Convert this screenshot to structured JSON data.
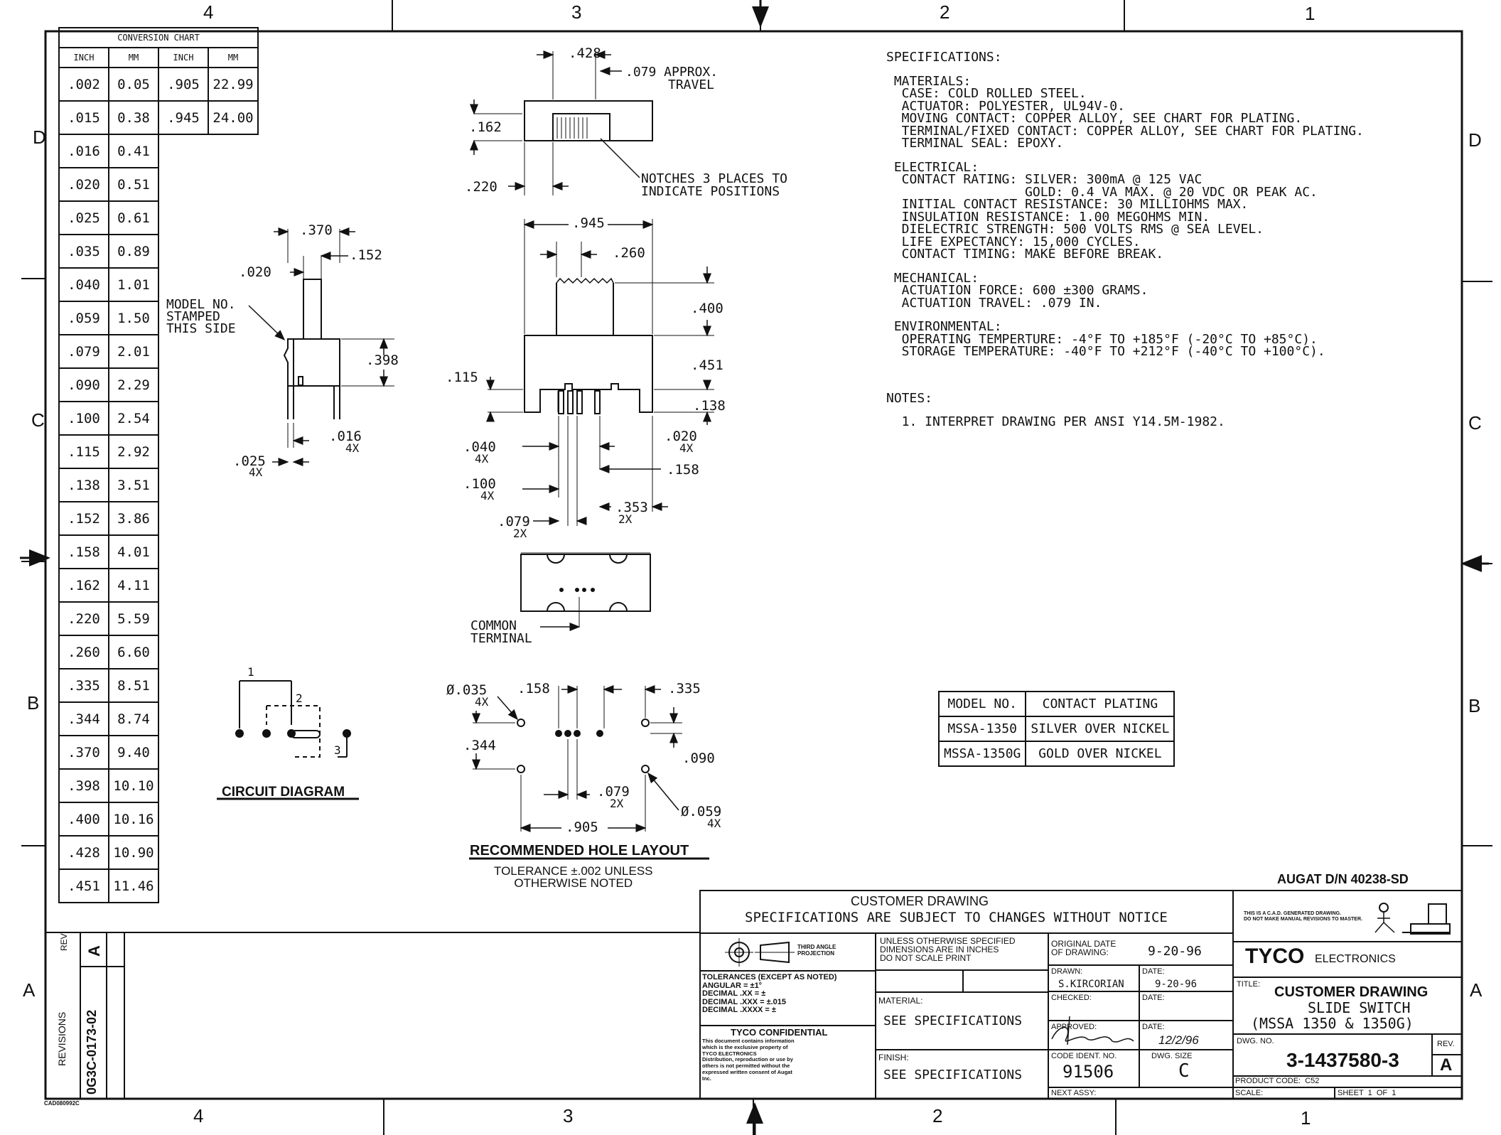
{
  "zones": {
    "top": [
      "4",
      "3",
      "2",
      "1"
    ],
    "bottom": [
      "4",
      "3",
      "2",
      "1"
    ],
    "left": [
      "D",
      "C",
      "B",
      "A"
    ],
    "right": [
      "D",
      "C",
      "B",
      "A"
    ]
  },
  "conversion_chart": {
    "title": "CONVERSION CHART",
    "headers": [
      "INCH",
      "MM",
      "INCH",
      "MM"
    ],
    "rows": [
      [
        ".002",
        "0.05",
        ".905",
        "22.99"
      ],
      [
        ".015",
        "0.38",
        ".945",
        "24.00"
      ],
      [
        ".016",
        "0.41"
      ],
      [
        ".020",
        "0.51"
      ],
      [
        ".025",
        "0.61"
      ],
      [
        ".035",
        "0.89"
      ],
      [
        ".040",
        "1.01"
      ],
      [
        ".059",
        "1.50"
      ],
      [
        ".079",
        "2.01"
      ],
      [
        ".090",
        "2.29"
      ],
      [
        ".100",
        "2.54"
      ],
      [
        ".115",
        "2.92"
      ],
      [
        ".138",
        "3.51"
      ],
      [
        ".152",
        "3.86"
      ],
      [
        ".158",
        "4.01"
      ],
      [
        ".162",
        "4.11"
      ],
      [
        ".220",
        "5.59"
      ],
      [
        ".260",
        "6.60"
      ],
      [
        ".335",
        "8.51"
      ],
      [
        ".344",
        "8.74"
      ],
      [
        ".370",
        "9.40"
      ],
      [
        ".398",
        "10.10"
      ],
      [
        ".400",
        "10.16"
      ],
      [
        ".428",
        "10.90"
      ],
      [
        ".451",
        "11.46"
      ]
    ]
  },
  "side_view": {
    "d370": ".370",
    "d152": ".152",
    "d020": ".020",
    "model_note": "MODEL NO.\nSTAMPED\nTHIS SIDE",
    "d398": ".398",
    "d016": ".016",
    "d016x": "4X",
    "d025": ".025",
    "d025x": "4X"
  },
  "top_view": {
    "d428": ".428",
    "d079": ".079 APPROX.",
    "travel": "TRAVEL",
    "d162": ".162",
    "d220": ".220",
    "notches": "NOTCHES 3 PLACES TO\nINDICATE POSITIONS"
  },
  "front_view": {
    "d945": ".945",
    "d260": ".260",
    "d400": ".400",
    "d451": ".451",
    "d115": ".115",
    "d138": ".138",
    "d020": ".020",
    "d020x": "4X",
    "d040": ".040",
    "d040x": "4X",
    "d158": ".158",
    "d100": ".100",
    "d100x": "4X",
    "d353": ".353",
    "d353x": "2X",
    "d079": ".079",
    "d079x": "2X"
  },
  "bottom_view": {
    "common": "COMMON\nTERMINAL"
  },
  "hole_layout": {
    "d035": "Ø.035",
    "d035x": "4X",
    "d158": ".158",
    "d335": ".335",
    "d344": ".344",
    "d090": ".090",
    "d079": ".079",
    "d079x": "2X",
    "d059": "Ø.059",
    "d059x": "4X",
    "d905": ".905",
    "title": "RECOMMENDED HOLE LAYOUT",
    "tolerance": "TOLERANCE ±.002 UNLESS\nOTHERWISE NOTED"
  },
  "circuit": {
    "n1": "1",
    "n2": "2",
    "n3": "3",
    "title": "CIRCUIT DIAGRAM"
  },
  "specifications": {
    "lines": [
      "SPECIFICATIONS:",
      "",
      " MATERIALS:",
      "  CASE: COLD ROLLED STEEL.",
      "  ACTUATOR: POLYESTER, UL94V-0.",
      "  MOVING CONTACT: COPPER ALLOY, SEE CHART FOR PLATING.",
      "  TERMINAL/FIXED CONTACT: COPPER ALLOY, SEE CHART FOR PLATING.",
      "  TERMINAL SEAL: EPOXY.",
      "",
      " ELECTRICAL:",
      "  CONTACT RATING: SILVER: 300mA @ 125 VAC",
      "                  GOLD: 0.4 VA MAX. @ 20 VDC OR PEAK AC.",
      "  INITIAL CONTACT RESISTANCE: 30 MILLIOHMS MAX.",
      "  INSULATION RESISTANCE: 1.00 MEGOHMS MIN.",
      "  DIELECTRIC STRENGTH: 500 VOLTS RMS @ SEA LEVEL.",
      "  LIFE EXPECTANCY: 15,000 CYCLES.",
      "  CONTACT TIMING: MAKE BEFORE BREAK.",
      "",
      " MECHANICAL:",
      "  ACTUATION FORCE: 600 ±300 GRAMS.",
      "  ACTUATION TRAVEL: .079 IN.",
      "",
      " ENVIRONMENTAL:",
      "  OPERATING TEMPERTURE: -4°F TO +185°F (-20°C TO +85°C).",
      "  STORAGE TEMPERATURE: -40°F TO +212°F (-40°C TO +100°C).",
      "",
      "",
      "",
      "NOTES:",
      "",
      "  1. INTERPRET DRAWING PER ANSI Y14.5M-1982."
    ]
  },
  "plating": {
    "headers": [
      "MODEL NO.",
      "CONTACT PLATING"
    ],
    "rows": [
      [
        "MSSA-1350",
        "SILVER OVER NICKEL"
      ],
      [
        "MSSA-1350G",
        "GOLD OVER NICKEL"
      ]
    ]
  },
  "title_block": {
    "augat": "AUGAT D/N 40238-SD",
    "cad_note": "THIS IS A C.A.D. GENERATED DRAWING.\nDO NOT MAKE MANUAL REVISIONS TO MASTER.",
    "customer_drawing": "CUSTOMER DRAWING",
    "spec_notice": "SPECIFICATIONS ARE SUBJECT TO CHANGES WITHOUT NOTICE",
    "third_angle": "THIRD ANGLE\nPROJECTION",
    "unless": "UNLESS OTHERWISE SPECIFIED\nDIMENSIONS ARE IN INCHES\nDO NOT SCALE PRINT",
    "tolerances": "TOLERANCES (EXCEPT AS NOTED)\nANGULAR = ±1°\nDECIMAL .XX = ±\nDECIMAL .XXX = ±.015\nDECIMAL .XXXX = ±",
    "confidential_title": "TYCO CONFIDENTIAL",
    "confidential_text": "This document contains information\nwhich is the exclusive property of\nTYCO ELECTRONICS\nDistribution, reproduction or use by\nothers is not permitted without the\nexpressed written consent of Augat\nInc.",
    "material_label": "MATERIAL:",
    "material_value": "SEE SPECIFICATIONS",
    "finish_label": "FINISH:",
    "finish_value": "SEE SPECIFICATIONS",
    "original_date_label": "ORIGINAL DATE\nOF DRAWING:",
    "original_date": "9-20-96",
    "drawn_label": "DRAWN:",
    "drawn_by": "S.KIRCORIAN",
    "date_label": "DATE:",
    "drawn_date": "9-20-96",
    "checked_label": "CHECKED:",
    "checked_date_label": "DATE:",
    "approved_label": "APPROVED:",
    "approved_date_label": "DATE:",
    "approved_date": "12/2/96",
    "code_label": "CODE IDENT. NO.",
    "code_value": "91506",
    "dwg_size_label": "DWG. SIZE",
    "dwg_size": "C",
    "next_assy": "NEXT ASSY:",
    "company": "TYCO",
    "company_sub": "ELECTRONICS",
    "title_label": "TITLE:",
    "title1": "CUSTOMER DRAWING",
    "title2": "SLIDE SWITCH",
    "title3": "(MSSA 1350 & 1350G)",
    "dwg_no_label": "DWG. NO.",
    "dwg_no": "3-1437580-3",
    "rev_label": "REV.",
    "rev": "A",
    "product_code": "PRODUCT CODE:  C52",
    "scale": "SCALE:",
    "sheet": "SHEET  1  OF  1"
  },
  "revisions": {
    "rev_label": "REV",
    "rev": "A",
    "revisions_label": "REVISIONS",
    "ecn": "0G3C-0173-02"
  },
  "cad_code": "CAD080992C"
}
